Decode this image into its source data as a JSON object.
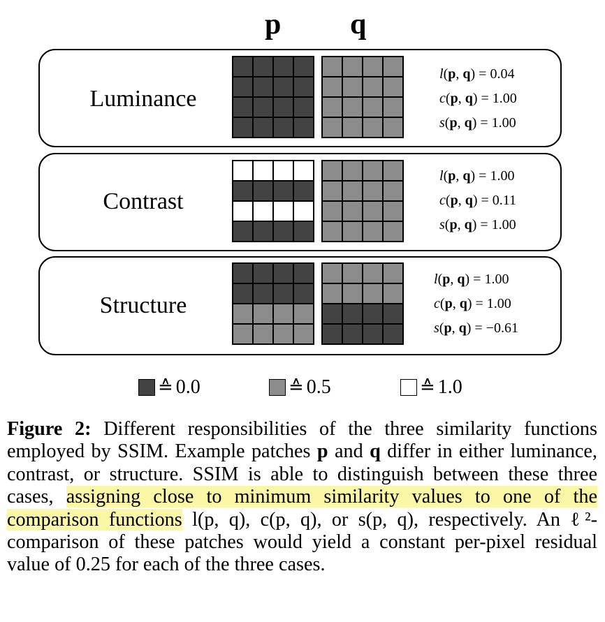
{
  "columns": {
    "p": "p",
    "q": "q"
  },
  "colors": {
    "dark": "#434343",
    "mid": "#8c8c8c",
    "light": "#ffffff",
    "highlight": "#fbf7a6"
  },
  "panels": [
    {
      "label": "Luminance",
      "p_grid": [
        [
          0,
          0,
          0,
          0
        ],
        [
          0,
          0,
          0,
          0
        ],
        [
          0,
          0,
          0,
          0
        ],
        [
          0,
          0,
          0,
          0
        ]
      ],
      "q_grid": [
        [
          0.5,
          0.5,
          0.5,
          0.5
        ],
        [
          0.5,
          0.5,
          0.5,
          0.5
        ],
        [
          0.5,
          0.5,
          0.5,
          0.5
        ],
        [
          0.5,
          0.5,
          0.5,
          0.5
        ]
      ],
      "l_value": "0.04",
      "c_value": "1.00",
      "s_value": "1.00"
    },
    {
      "label": "Contrast",
      "p_grid": [
        [
          1,
          1,
          1,
          1
        ],
        [
          0,
          0,
          0,
          0
        ],
        [
          1,
          1,
          1,
          1
        ],
        [
          0,
          0,
          0,
          0
        ]
      ],
      "q_grid": [
        [
          0.5,
          0.5,
          0.5,
          0.5
        ],
        [
          0.5,
          0.5,
          0.5,
          0.5
        ],
        [
          0.5,
          0.5,
          0.5,
          0.5
        ],
        [
          0.5,
          0.5,
          0.5,
          0.5
        ]
      ],
      "l_value": "1.00",
      "c_value": "0.11",
      "s_value": "1.00"
    },
    {
      "label": "Structure",
      "p_grid": [
        [
          0,
          0,
          0,
          0
        ],
        [
          0,
          0,
          0,
          0
        ],
        [
          0.5,
          0.5,
          0.5,
          0.5
        ],
        [
          0.5,
          0.5,
          0.5,
          0.5
        ]
      ],
      "q_grid": [
        [
          0.5,
          0.5,
          0.5,
          0.5
        ],
        [
          0.5,
          0.5,
          0.5,
          0.5
        ],
        [
          0,
          0,
          0,
          0
        ],
        [
          0,
          0,
          0,
          0
        ]
      ],
      "l_value": "1.00",
      "c_value": "1.00",
      "s_value": "−0.61"
    }
  ],
  "legend": [
    {
      "value": "0.0",
      "level": 0
    },
    {
      "value": "0.5",
      "level": 0.5
    },
    {
      "value": "1.0",
      "level": 1
    }
  ],
  "legend_symbol": "≙",
  "caption": {
    "lead": "Figure 2:",
    "part1": " Different responsibilities of the three similarity functions employed by SSIM. Example patches ",
    "p": "p",
    "and": " and ",
    "q": "q",
    "part2": " differ in either luminance, contrast, or structure. SSIM is able to distinguish between these three cases, ",
    "highlight": "assigning close to minimum similarity values to one of the comparison functions",
    "part3": " l(p, q), c(p, q), or s(p, q), respectively. An ℓ²-comparison of these patches would yield a constant per-pixel residual value of 0.25 for each of the three cases."
  }
}
